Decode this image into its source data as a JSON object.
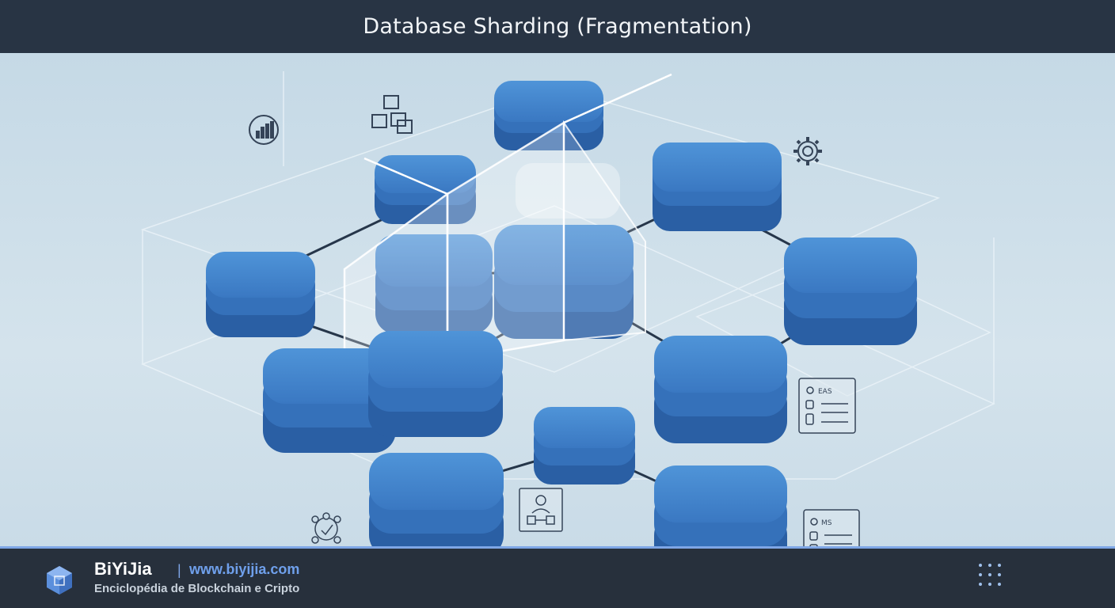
{
  "header": {
    "title": "Database Sharding (Fragmentation)"
  },
  "diagram": {
    "card_top": {
      "title": "EAS"
    },
    "card_bottom": {
      "title": "MS"
    }
  },
  "footer": {
    "brand": "BiYiJia",
    "separator": "|",
    "url": "www.biyijia.com",
    "tagline": "Enciclopédia de Blockchain e Cripto"
  },
  "colors": {
    "header_bg": "#283444",
    "footer_bg": "#27303c",
    "accent": "#7ea6e6",
    "shard_top": "#4689d0",
    "shard_side": "#2a5fa4"
  }
}
